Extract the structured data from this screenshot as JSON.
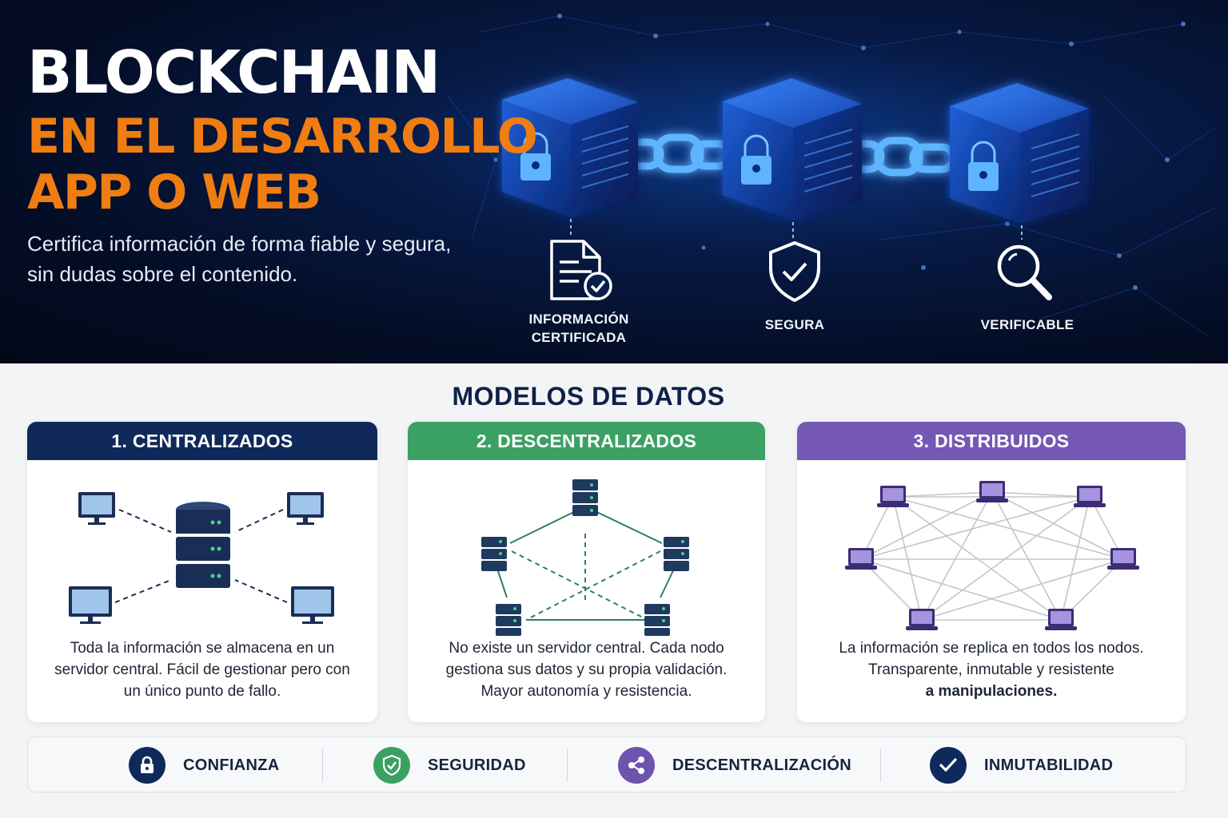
{
  "hero": {
    "title": "BLOCKCHAIN",
    "subtitle_line1": "EN EL DESARROLLO",
    "subtitle_line2": "APP O WEB",
    "description_line1": "Certifica información de forma fiable y segura,",
    "description_line2": "sin dudas sobre el contenido.",
    "features": [
      {
        "label_line1": "INFORMACIÓN",
        "label_line2": "CERTIFICADA",
        "icon": "certified-document-icon"
      },
      {
        "label_line1": "SEGURA",
        "label_line2": "",
        "icon": "shield-check-icon"
      },
      {
        "label_line1": "VERIFICABLE",
        "label_line2": "",
        "icon": "magnifier-icon"
      }
    ]
  },
  "models": {
    "title": "MODELOS DE DATOS",
    "cards": [
      {
        "title": "1. CENTRALIZADOS",
        "color": "#0f2a5a",
        "text": [
          "Toda la información se almacena en un",
          "servidor central. Fácil de gestionar pero con",
          "un único punto de fallo."
        ]
      },
      {
        "title": "2. DESCENTRALIZADOS",
        "color": "#3aa163",
        "text": [
          "No existe un servidor central. Cada nodo",
          "gestiona sus datos y su propia validación.",
          "Mayor autonomía y resistencia."
        ]
      },
      {
        "title": "3. DISTRIBUIDOS",
        "color": "#7458b3",
        "text": [
          "La información se replica en todos los nodos.",
          "Transparente, inmutable y resistente",
          "a manipulaciones."
        ]
      }
    ]
  },
  "benefits": [
    {
      "label": "CONFIANZA",
      "icon": "padlock-icon",
      "color": "#0f2a5a"
    },
    {
      "label": "SEGURIDAD",
      "icon": "shield-icon",
      "color": "#3aa163"
    },
    {
      "label": "DESCENTRALIZACIÓN",
      "icon": "share-icon",
      "color": "#6e52ac"
    },
    {
      "label": "INMUTABILIDAD",
      "icon": "check-icon",
      "color": "#0f2a5a"
    }
  ]
}
